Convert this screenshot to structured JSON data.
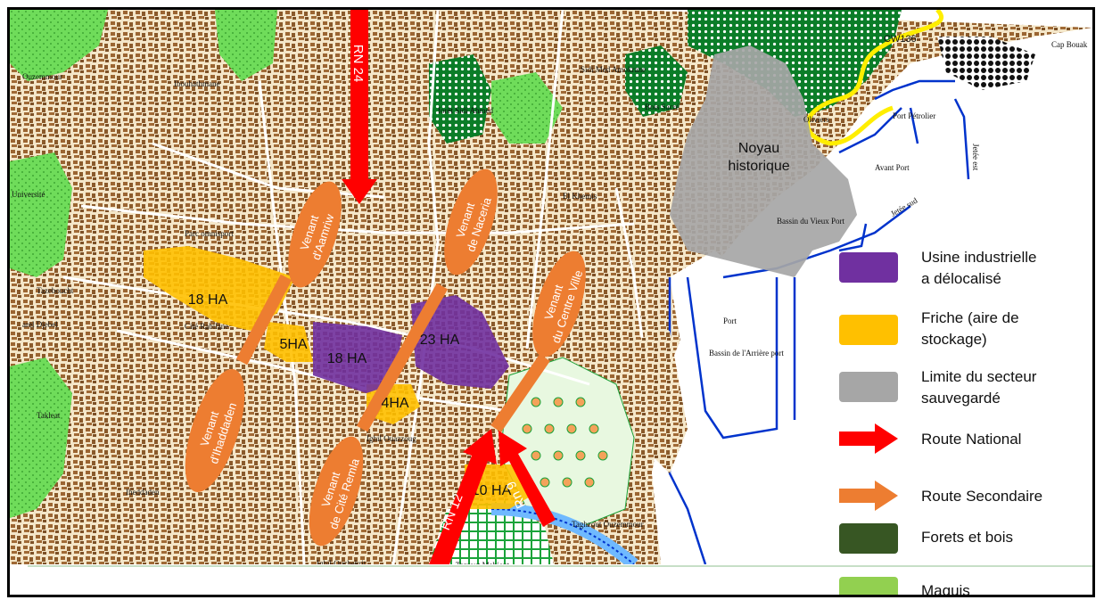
{
  "map": {
    "place_labels": [
      {
        "id": "cap-bouak",
        "text": "Cap Bouak"
      },
      {
        "id": "cw136",
        "text": "CW136"
      },
      {
        "id": "ouzemmour",
        "text": "Ouzemmour"
      },
      {
        "id": "ibouhathmane",
        "text": "Ibouhathmane"
      },
      {
        "id": "sidi-med-amokrane",
        "text": "Sidi Med Amokrane"
      },
      {
        "id": "foret-sidi-ahmed",
        "text": "forêt Sidi Ahmed"
      },
      {
        "id": "bois-sacre",
        "text": "Bois Sacré"
      },
      {
        "id": "olivier",
        "text": "Oliviers"
      },
      {
        "id": "port-petrolier",
        "text": "Port Pétrolier"
      },
      {
        "id": "jetee-est",
        "text": "Jetée est"
      },
      {
        "id": "avant-port",
        "text": "Avant Port"
      },
      {
        "id": "jetee-sud",
        "text": "Jetée sud"
      },
      {
        "id": "el-khemis",
        "text": "El Khemis"
      },
      {
        "id": "bassin-vieux-port",
        "text": "Bassin du Vieux Port"
      },
      {
        "id": "universite",
        "text": "Université"
      },
      {
        "id": "parc-omnisport",
        "text": "Parc omnisport"
      },
      {
        "id": "tazeboucht",
        "text": "Tazeboucht"
      },
      {
        "id": "arel-djebel",
        "text": "arel Djebel"
      },
      {
        "id": "cite-rabilane",
        "text": "Cité Rabilane"
      },
      {
        "id": "port",
        "text": "Port"
      },
      {
        "id": "bassin-arriere-port",
        "text": "Bassin de l'Arrière port"
      },
      {
        "id": "takleat",
        "text": "Takleat"
      },
      {
        "id": "ighil-ouazzoug",
        "text": "Ighil Ouazzoug"
      },
      {
        "id": "iheddaden",
        "text": "Iheddaden"
      },
      {
        "id": "ighil-ouchekrit",
        "text": "Ighil Ouchekrit"
      },
      {
        "id": "tazrout-mahiout",
        "text": "Tazrout Mahiout"
      },
      {
        "id": "taghzout-ouzemmour",
        "text": "Taghzout Ouzemmour"
      }
    ],
    "zone_labels": {
      "noyau": "Noyau historique",
      "ha18_west": "18 HA",
      "ha5": "5HA",
      "ha18_center": "18 HA",
      "ha23": "23 HA",
      "ha4": "4HA",
      "ha10": "10 HA"
    },
    "roads_national": [
      "RN 24",
      "RN 12",
      "Rn 9"
    ],
    "roads_secondary": [
      "Venant d'Aamriw",
      "Venant de Naceria",
      "Venant du Centre Ville",
      "Venant d'Ihaddaden",
      "Venant de Cité Remla"
    ]
  },
  "legend": {
    "items": [
      {
        "label": "Usine industrielle\na délocalisé",
        "color": "#7030a0",
        "kind": "box"
      },
      {
        "label": "Friche (aire de\nstockage)",
        "color": "#ffc000",
        "kind": "box"
      },
      {
        "label": "Limite du secteur\nsauvegardé",
        "color": "#a6a6a6",
        "kind": "box"
      },
      {
        "label": "Route National",
        "color": "#ff0000",
        "kind": "arrow"
      },
      {
        "label": "Route Secondaire",
        "color": "#ed7d31",
        "kind": "arrow"
      },
      {
        "label": "Forets et bois",
        "color": "#375623",
        "kind": "box"
      },
      {
        "label": "Maquis",
        "color": "#92d050",
        "kind": "box"
      }
    ]
  },
  "colors": {
    "urban": "#b07a48",
    "ground": "#fdf6e3",
    "sea_line": "#0033cc",
    "road_yellow": "#ffee00",
    "grass": "#66dd55",
    "forest": "#0a8a2a"
  }
}
